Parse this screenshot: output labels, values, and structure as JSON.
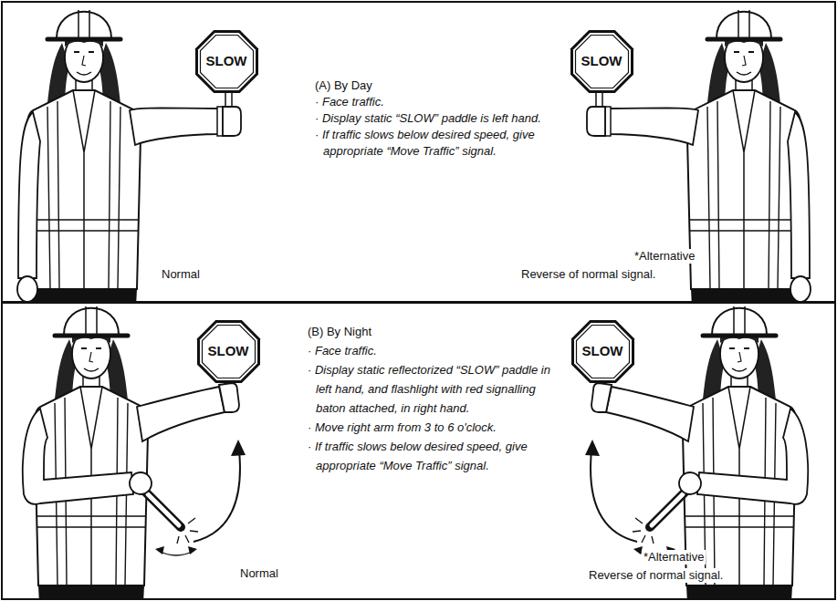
{
  "diagram": {
    "nodes": [
      {
        "text": [
          "(A) By Day",
          "· Face traffic.",
          "· Display static “SLOW” paddle is left hand.",
          "· If traffic slows below desired speed, give appropriate “Move Traffic” signal.",
          "Normal",
          "*Alternative",
          "Reverse of normal signal."
        ]
      },
      {
        "text": [
          "SLOW"
        ],
        "in": 0
      },
      {
        "text": [
          "SLOW"
        ],
        "in": 0
      },
      {
        "text": [
          "(B) By Night",
          "· Face traffic.",
          "· Display static reflectorized “SLOW” paddle in left hand, and flashlight with red signalling baton attached, in right hand.",
          "· Move right arm from 3 to 6 o'clock.",
          "· If traffic slows below desired speed, give appropriate “Move Traffic” signal.",
          "Normal",
          "*Alternative",
          "Reverse of normal signal."
        ]
      },
      {
        "text": [
          "SLOW"
        ],
        "in": 3
      },
      {
        "text": [
          "SLOW"
        ],
        "in": 3
      }
    ]
  }
}
